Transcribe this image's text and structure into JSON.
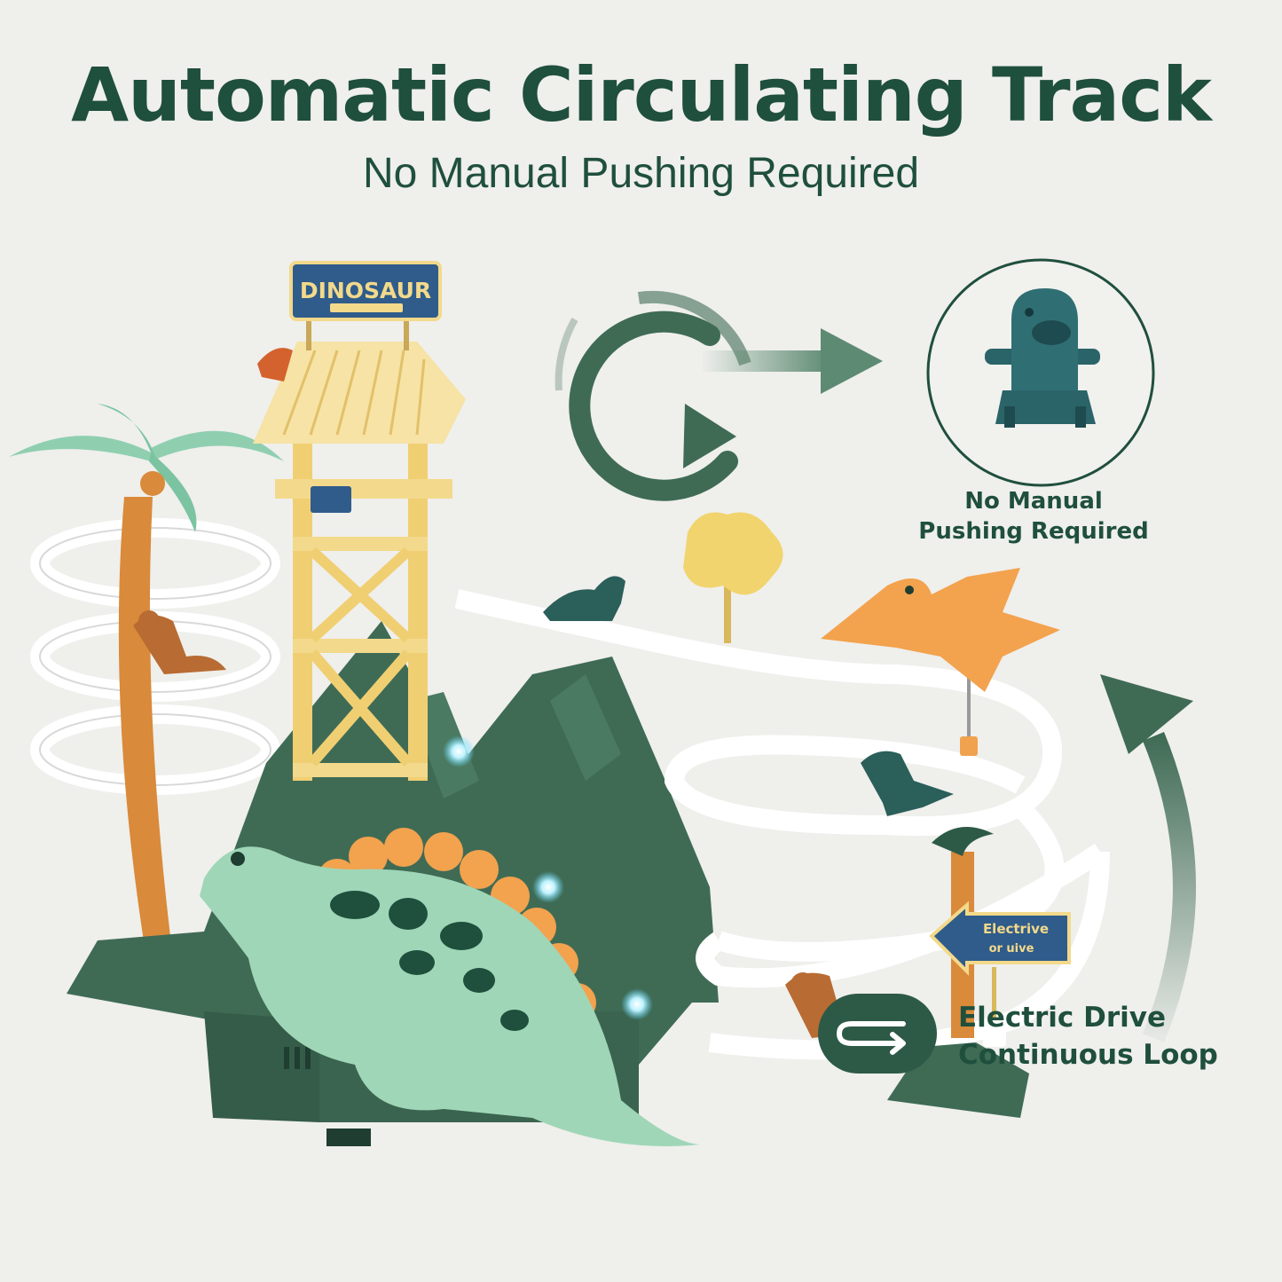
{
  "header": {
    "title": "Automatic Circulating Track",
    "subtitle": "No Manual Pushing Required"
  },
  "product": {
    "tower_sign_text": "DINOSAUR",
    "arrow_sign_text_line1": "Electrive",
    "arrow_sign_text_line2": "or uive"
  },
  "feature": {
    "label_line1": "No Manual",
    "label_line2": "Pushing Required"
  },
  "badge": {
    "line1": "Electric Drive",
    "line2": "Continuous Loop"
  },
  "colors": {
    "background": "#efefec",
    "dark_green": "#1f4f3d",
    "mountain_green": "#3f6b55",
    "mint": "#9fd6b7",
    "tower_yellow": "#f3d98b",
    "orange": "#f3a24e",
    "track_white": "#ffffff"
  }
}
